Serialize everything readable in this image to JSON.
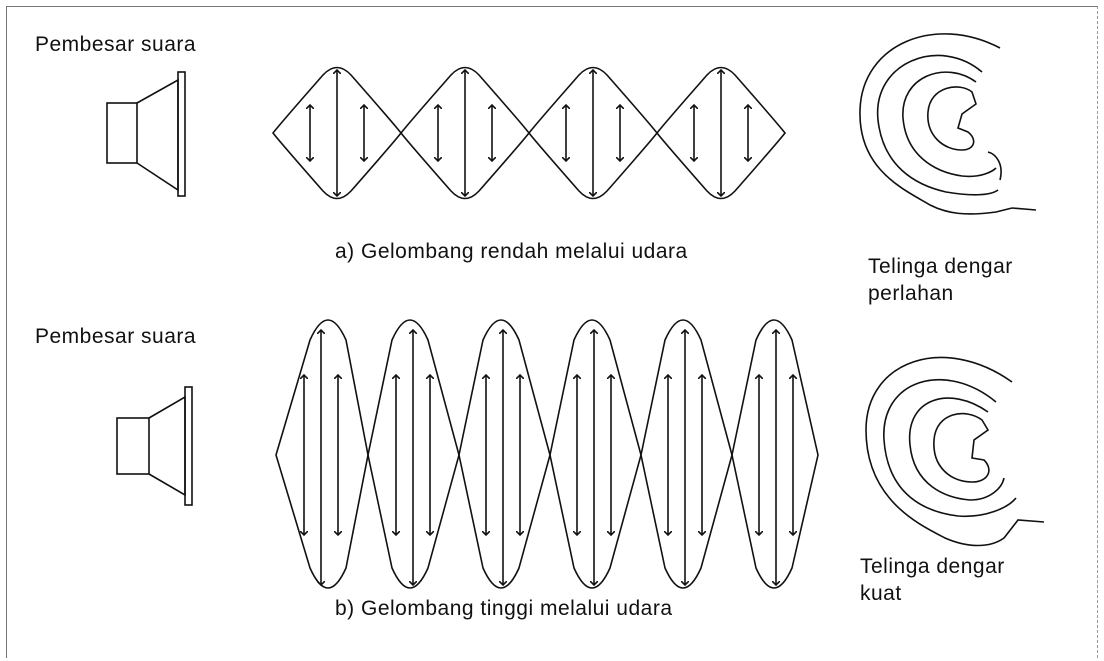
{
  "panel_a": {
    "speaker_label": "Pembesar suara",
    "caption": "a) Gelombang rendah melalui udara",
    "ear_label_line1": "Telinga dengar",
    "ear_label_line2": "perlahan",
    "icons": [
      "loudspeaker-icon",
      "sound-wave-icon",
      "ear-icon"
    ]
  },
  "panel_b": {
    "speaker_label": "Pembesar suara",
    "caption": "b) Gelombang tinggi melalui udara",
    "ear_label_line1": "Telinga dengar",
    "ear_label_line2": "kuat",
    "icons": [
      "loudspeaker-icon",
      "sound-wave-icon",
      "ear-icon"
    ]
  },
  "colors": {
    "line": "#111111",
    "background": "#ffffff"
  }
}
